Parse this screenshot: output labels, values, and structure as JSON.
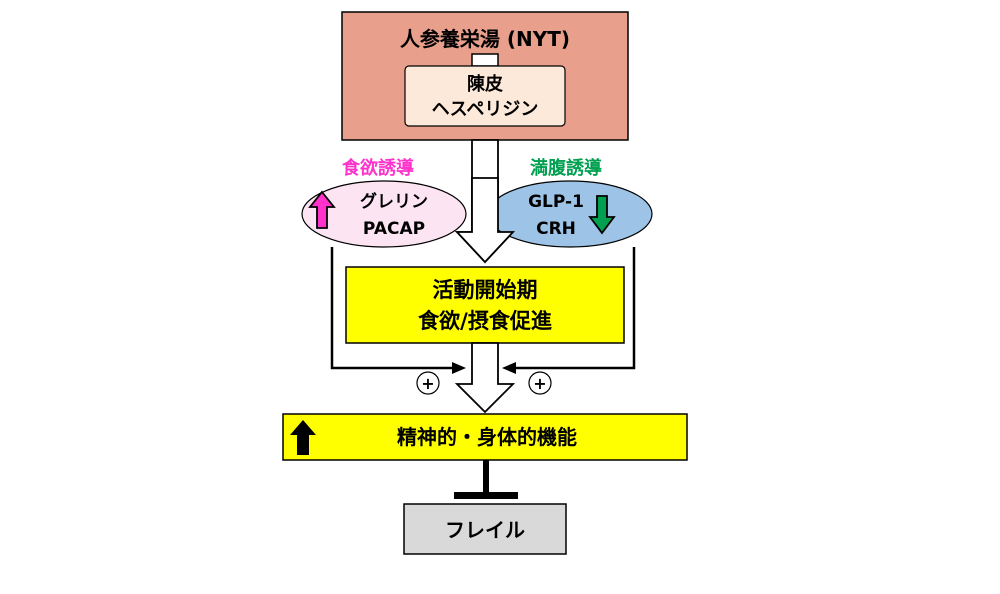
{
  "nyt_box": {
    "title": "人参養栄湯 (NYT)"
  },
  "component_box": {
    "line1": "陳皮",
    "line2": "ヘスペリジン"
  },
  "appetite_label": "食欲誘導",
  "satiety_label": "満腹誘導",
  "appetite_ellipse": {
    "line1": "グレリン",
    "line2": "PACAP"
  },
  "satiety_ellipse": {
    "line1": "GLP-1",
    "line2": "CRH"
  },
  "activity_box": {
    "line1": "活動開始期",
    "line2": "食欲/摂食促進"
  },
  "plus_sign": "+",
  "function_box": {
    "label": "精神的・身体的機能"
  },
  "frailty_box": {
    "label": "フレイル"
  },
  "colors": {
    "appetite": "#ff33cc",
    "satiety": "#00a050",
    "yellow_box": "#ffff00",
    "nyt_box": "#e8a08c",
    "component_box": "#fde9d9",
    "pink_ellipse": "#fce4f2",
    "blue_ellipse": "#9dc3e6",
    "gray_box": "#d9d9d9"
  }
}
